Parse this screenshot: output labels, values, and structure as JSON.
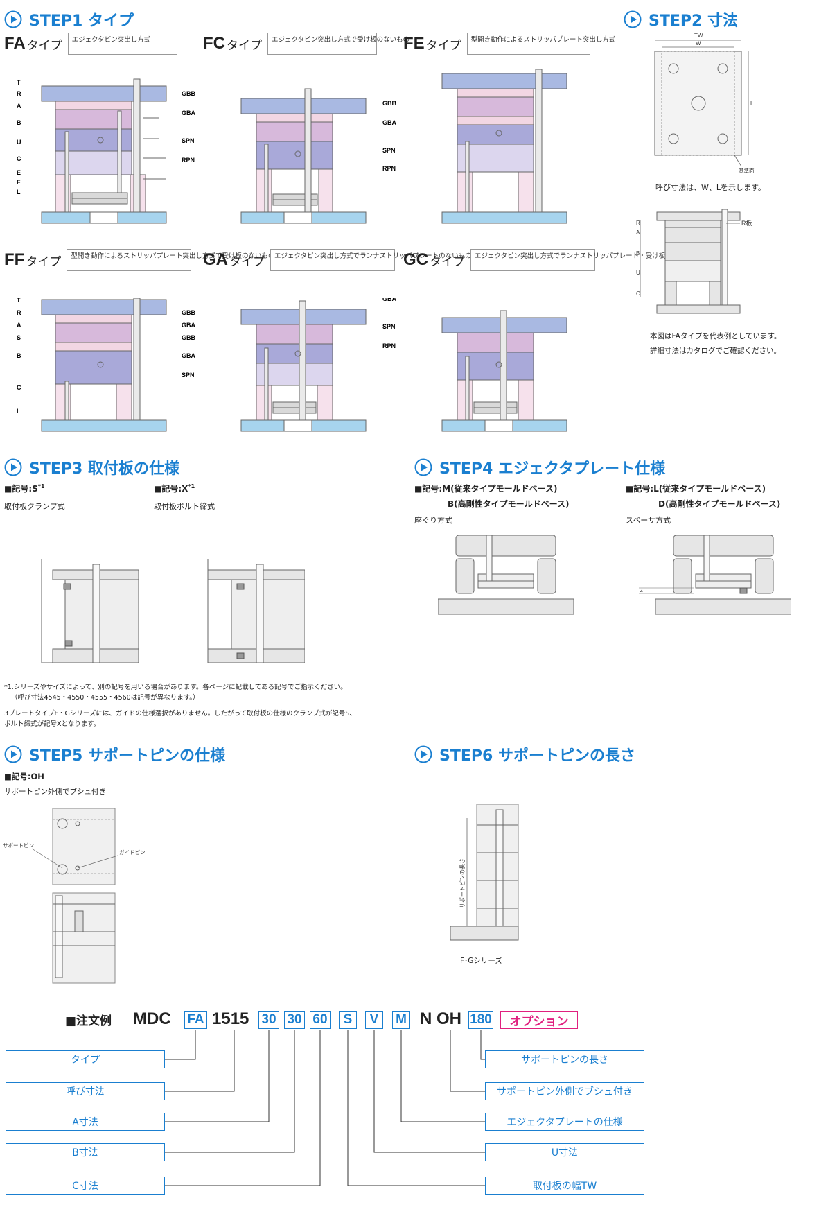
{
  "steps": {
    "step1": "STEP1 タイプ",
    "step2": "STEP2 寸法",
    "step3": "STEP3 取付板の仕様",
    "step4": "STEP4 エジェクタプレート仕様",
    "step5": "STEP5 サポートピンの仕様",
    "step6": "STEP6 サポートピンの長さ"
  },
  "types": [
    {
      "code": "FA",
      "suffix": "タイプ",
      "desc": "エジェクタピン突出し方式"
    },
    {
      "code": "FC",
      "suffix": "タイプ",
      "desc": "エジェクタピン突出し方式で受け板のないもの"
    },
    {
      "code": "FE",
      "suffix": "タイプ",
      "desc": "型開き動作によるストリッパプレート突出し方式"
    },
    {
      "code": "FF",
      "suffix": "タイプ",
      "desc": "型開き動作によるストリッパプレート突出し方式で受け板のないもの"
    },
    {
      "code": "GA",
      "suffix": "タイプ",
      "desc": "エジェクタピン突出し方式でランナストリッパプレートのないもの"
    },
    {
      "code": "GC",
      "suffix": "タイプ",
      "desc": "エジェクタピン突出し方式でランナストリッパプレート・受け板のないもの"
    }
  ],
  "plate_labels": {
    "T": "T",
    "R": "R",
    "A": "A",
    "S": "S",
    "B": "B",
    "U": "U",
    "C": "C",
    "E": "E",
    "F": "F",
    "L": "L",
    "GBB": "GBB",
    "GBA": "GBA",
    "SPN": "SPN",
    "RPN": "RPN"
  },
  "step2": {
    "tw": "TW",
    "w": "W",
    "l": "L",
    "kijun": "基準面",
    "caption": "呼び寸法は、W、Lを示します。",
    "r_plate": "R板",
    "note1": "本図はFAタイプを代表例としています。",
    "note2": "詳細寸法はカタログでご確認ください。",
    "side_labels": [
      "A",
      "R",
      "B",
      "U",
      "C"
    ]
  },
  "step3": {
    "s_label": "■記号:S",
    "s_sup": "*1",
    "s_desc": "取付板クランプ式",
    "x_label": "■記号:X",
    "x_sup": "*1",
    "x_desc": "取付板ボルト締式",
    "note1": "*1.シリーズやサイズによって、別の記号を用いる場合があります。各ページに記載してある記号でご指示ください。",
    "note1b": "（呼び寸法4545・4550・4555・4560は記号が異なります。）",
    "note2": "3プレートタイプF・Gシリーズには、ガイドの仕様選択がありません。したがって取付板の仕様のクランプ式が記号S、",
    "note2b": "ボルト締式が記号Xとなります。"
  },
  "step4": {
    "m_label": "■記号:M(従来タイプモールドベース)",
    "b_label": "B(高剛性タイプモールドベース)",
    "m_desc": "座ぐり方式",
    "l_label": "■記号:L(従来タイプモールドベース)",
    "d_label": "D(高剛性タイプモールドベース)",
    "l_desc": "スペーサ方式",
    "dim4": "4"
  },
  "step5": {
    "label": "■記号:OH",
    "desc": "サポートピン外側でブシュ付き",
    "support_pin": "サポートピン",
    "guide_pin": "ガイドピン"
  },
  "step6": {
    "vertical": "サポートピンの長さ",
    "caption": "F･Gシリーズ"
  },
  "order": {
    "title": "■注文例",
    "mdc": "MDC",
    "fa": "FA",
    "size": "1515",
    "a": "30",
    "b": "30",
    "c": "60",
    "s": "S",
    "v": "V",
    "m": "M",
    "n": "N",
    "oh": "OH",
    "len": "180",
    "option": "オプション",
    "legend_left": [
      "タイプ",
      "呼び寸法",
      "A寸法",
      "B寸法",
      "C寸法"
    ],
    "legend_right": [
      "サポートピンの長さ",
      "サポートピン外側でブシュ付き",
      "エジェクタプレートの仕様",
      "U寸法",
      "取付板の幅TW"
    ]
  },
  "colors": {
    "accent": "#1a7fd0",
    "option": "#e0207f",
    "plate_t": "#a9b9e2",
    "plate_r": "#f2d6e3",
    "plate_a": "#d7b9db",
    "plate_b": "#a9a9d9",
    "plate_u": "#dcd6ee",
    "plate_c": "#f6e1ec",
    "plate_l": "#a7d4ee"
  }
}
